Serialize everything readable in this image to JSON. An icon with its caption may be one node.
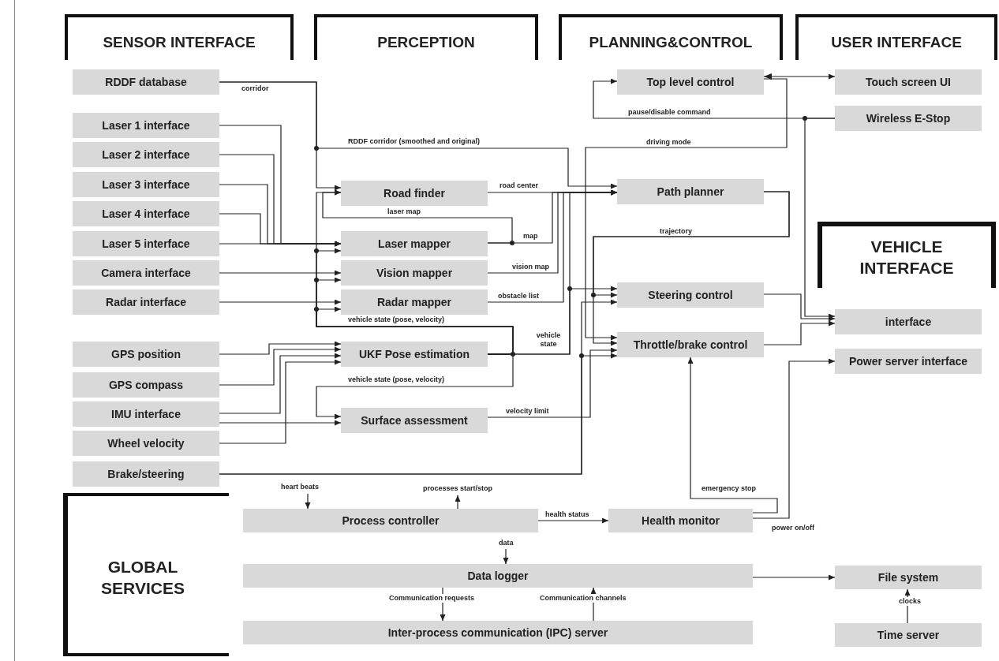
{
  "diagram": {
    "nodes": [
      {
        "text": [
          "RDDF database"
        ]
      },
      {
        "text": [
          "Laser 1 interface"
        ]
      },
      {
        "text": [
          "Laser 2 interface"
        ]
      },
      {
        "text": [
          "Laser 3 interface"
        ]
      },
      {
        "text": [
          "Laser 4 interface"
        ]
      },
      {
        "text": [
          "Laser 5 interface"
        ]
      },
      {
        "text": [
          "Camera interface"
        ]
      },
      {
        "text": [
          "Radar interface"
        ]
      },
      {
        "text": [
          "GPS position"
        ]
      },
      {
        "text": [
          "GPS compass"
        ]
      },
      {
        "text": [
          "IMU interface"
        ]
      },
      {
        "text": [
          "Wheel velocity"
        ]
      },
      {
        "text": [
          "Brake/steering"
        ]
      },
      {
        "text": [
          "Road finder"
        ]
      },
      {
        "text": [
          "Laser mapper"
        ]
      },
      {
        "text": [
          "Vision mapper"
        ]
      },
      {
        "text": [
          "Radar mapper"
        ]
      },
      {
        "text": [
          "UKF Pose estimation"
        ]
      },
      {
        "text": [
          "Surface assessment"
        ]
      },
      {
        "text": [
          "Top level control"
        ]
      },
      {
        "text": [
          "Path planner"
        ]
      },
      {
        "text": [
          "Steering control"
        ]
      },
      {
        "text": [
          "Throttle/brake control"
        ]
      },
      {
        "text": [
          "Touch screen UI"
        ]
      },
      {
        "text": [
          "Wireless E-Stop"
        ]
      },
      {
        "text": [
          "interface"
        ]
      },
      {
        "text": [
          "Power server interface"
        ]
      },
      {
        "text": [
          "Process controller"
        ]
      },
      {
        "text": [
          "Health monitor"
        ]
      },
      {
        "text": [
          "Data logger"
        ]
      },
      {
        "text": [
          "Inter-process communication (IPC) server"
        ]
      },
      {
        "text": [
          "File system"
        ]
      },
      {
        "text": [
          "Time server"
        ]
      }
    ],
    "edges": [
      {
        "from": 0,
        "to": 13,
        "arrow": "to",
        "label": "corridor"
      },
      {
        "from": 0,
        "to": 20,
        "arrow": "to",
        "label": "RDDF corridor (smoothed and original)"
      },
      {
        "from": 1,
        "to": 14,
        "arrow": "to"
      },
      {
        "from": 2,
        "to": 14,
        "arrow": "to"
      },
      {
        "from": 3,
        "to": 14,
        "arrow": "to"
      },
      {
        "from": 4,
        "to": 14,
        "arrow": "to"
      },
      {
        "from": 5,
        "to": 14,
        "arrow": "to"
      },
      {
        "from": 6,
        "to": 15,
        "arrow": "to"
      },
      {
        "from": 7,
        "to": 16,
        "arrow": "to"
      },
      {
        "from": 8,
        "to": 17,
        "arrow": "to"
      },
      {
        "from": 9,
        "to": 17,
        "arrow": "to"
      },
      {
        "from": 10,
        "to": 17,
        "arrow": "to"
      },
      {
        "from": 11,
        "to": 17,
        "arrow": "to"
      },
      {
        "from": 10,
        "to": 18,
        "arrow": "to"
      },
      {
        "from": 17,
        "to": 13,
        "arrow": "to",
        "label": "vehicle state (pose, velocity)"
      },
      {
        "from": 17,
        "to": 14,
        "arrow": "to"
      },
      {
        "from": 17,
        "to": 15,
        "arrow": "to"
      },
      {
        "from": 17,
        "to": 16,
        "arrow": "to"
      },
      {
        "from": 17,
        "to": 18,
        "arrow": "to",
        "label": "vehicle state (pose, velocity)"
      },
      {
        "from": 14,
        "to": 13,
        "arrow": "to",
        "label": "laser map"
      },
      {
        "from": 14,
        "to": 20,
        "arrow": "to",
        "label": "map"
      },
      {
        "from": 13,
        "to": 20,
        "arrow": "to",
        "label": "road center"
      },
      {
        "from": 15,
        "to": 20,
        "arrow": "to",
        "label": "vision map"
      },
      {
        "from": 16,
        "to": 20,
        "arrow": "to",
        "label": "obstacle list"
      },
      {
        "from": 17,
        "to": 20,
        "arrow": "to",
        "label": "vehicle state"
      },
      {
        "from": 17,
        "to": 21,
        "arrow": "to"
      },
      {
        "from": 18,
        "to": 22,
        "arrow": "to",
        "label": "velocity limit"
      },
      {
        "from": 12,
        "to": 21,
        "arrow": "to"
      },
      {
        "from": 12,
        "to": 22,
        "arrow": "to"
      },
      {
        "from": 20,
        "to": 21,
        "arrow": "to",
        "label": "trajectory"
      },
      {
        "from": 20,
        "to": 22,
        "arrow": "to"
      },
      {
        "from": 19,
        "to": 22,
        "arrow": "to",
        "label": "driving mode"
      },
      {
        "from": 19,
        "to": 23,
        "arrow": "both"
      },
      {
        "from": 24,
        "to": 19,
        "arrow": "to",
        "label": "pause/disable command"
      },
      {
        "from": 24,
        "to": 25,
        "arrow": "to"
      },
      {
        "from": 21,
        "to": 25,
        "arrow": "to"
      },
      {
        "from": 22,
        "to": 25,
        "arrow": "to"
      },
      {
        "from": 28,
        "to": 22,
        "arrow": "to",
        "label": "emergency stop"
      },
      {
        "from": 28,
        "to": 26,
        "arrow": "to",
        "label": "power on/off"
      },
      {
        "from": 27,
        "to": 28,
        "arrow": "to",
        "label": "health status"
      },
      {
        "from": null,
        "to": 27,
        "arrow": "to",
        "label": "heart beats"
      },
      {
        "from": 27,
        "to": null,
        "arrow": "to",
        "label": "processes start/stop"
      },
      {
        "from": null,
        "to": 29,
        "arrow": "to",
        "label": "data"
      },
      {
        "from": 29,
        "to": 31,
        "arrow": "to"
      },
      {
        "from": 32,
        "to": 31,
        "arrow": "to",
        "label": "clocks"
      },
      {
        "from": 29,
        "to": 30,
        "arrow": "to",
        "label": "Communication requests"
      },
      {
        "from": 30,
        "to": 29,
        "arrow": "to",
        "label": "Communication channels"
      }
    ],
    "labels": [
      "SENSOR INTERFACE",
      "PERCEPTION",
      "PLANNING&CONTROL",
      "USER INTERFACE",
      "VEHICLE INTERFACE",
      "GLOBAL SERVICES"
    ]
  }
}
